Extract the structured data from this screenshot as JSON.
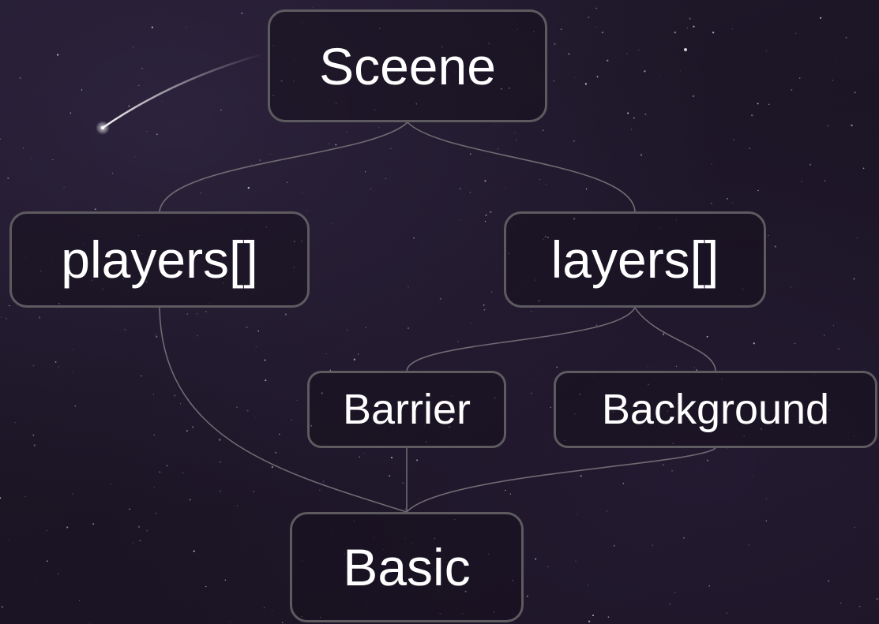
{
  "diagram": {
    "nodes": [
      {
        "id": "sceene",
        "label": "Sceene"
      },
      {
        "id": "players",
        "label": "players[]"
      },
      {
        "id": "layers",
        "label": "layers[]"
      },
      {
        "id": "barrier",
        "label": "Barrier"
      },
      {
        "id": "background",
        "label": "Background"
      },
      {
        "id": "basic",
        "label": "Basic"
      }
    ],
    "edges": [
      {
        "from": "sceene",
        "to": "players"
      },
      {
        "from": "sceene",
        "to": "layers"
      },
      {
        "from": "layers",
        "to": "barrier"
      },
      {
        "from": "layers",
        "to": "background"
      },
      {
        "from": "players",
        "to": "basic"
      },
      {
        "from": "barrier",
        "to": "basic"
      },
      {
        "from": "background",
        "to": "basic"
      }
    ],
    "colors": {
      "background": "#1c1626",
      "node_border": "#5d5a60",
      "edge": "#6f6b72",
      "text": "#ffffff"
    }
  }
}
